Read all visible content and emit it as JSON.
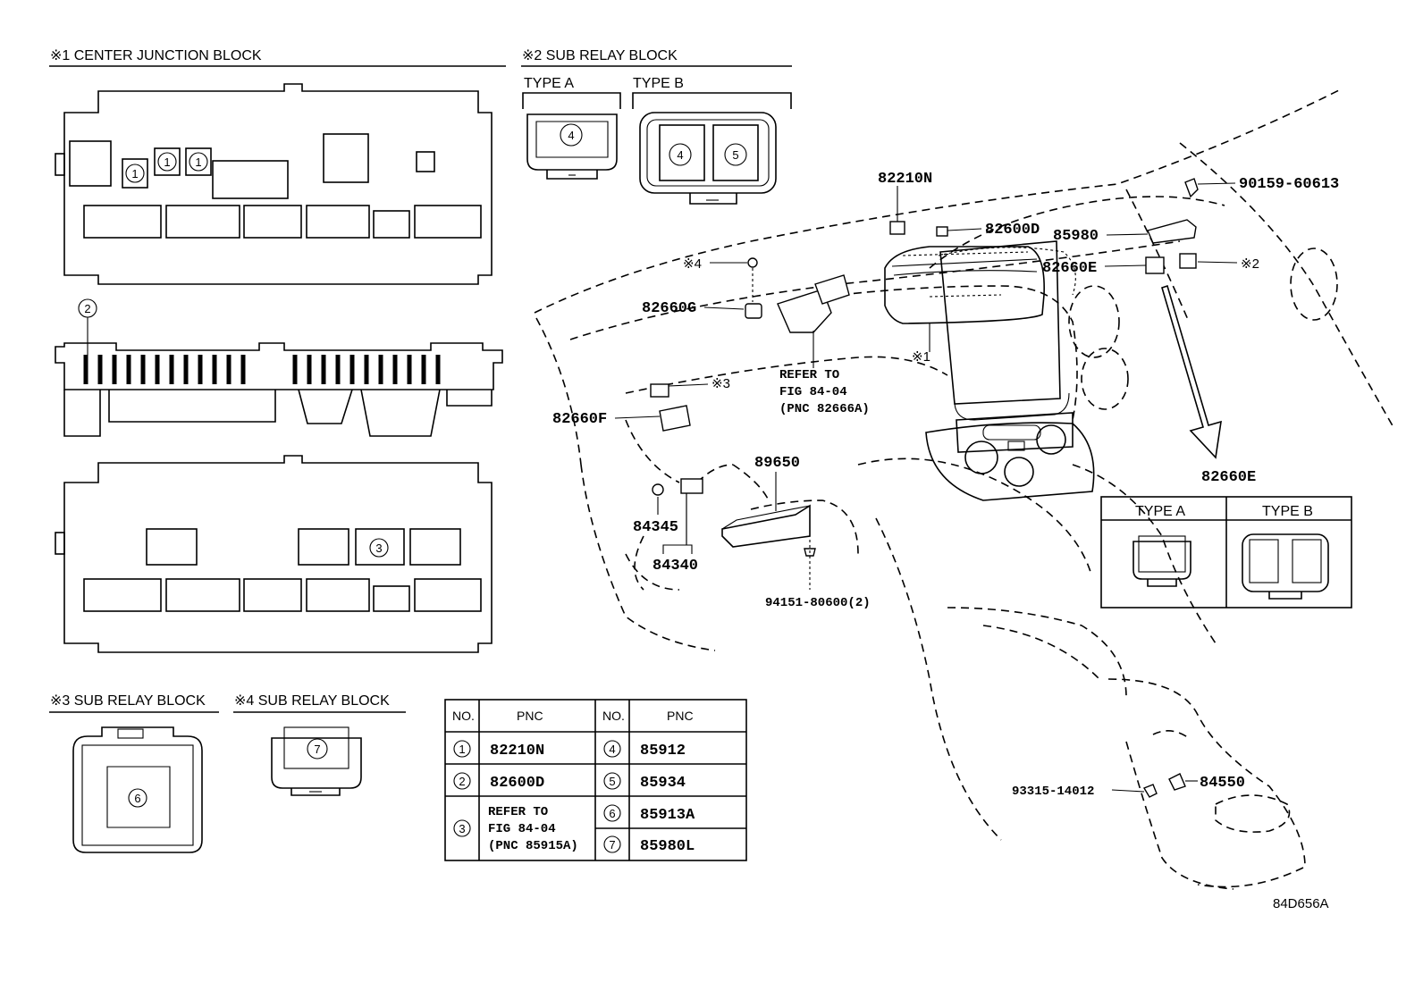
{
  "sections": {
    "s1": "※1 CENTER JUNCTION BLOCK",
    "s2": "※2 SUB RELAY BLOCK",
    "s3": "※3 SUB RELAY BLOCK",
    "s4": "※4 SUB RELAY BLOCK",
    "typeA": "TYPE A",
    "typeB": "TYPE B"
  },
  "circles": {
    "c1": "1",
    "c2": "2",
    "c3": "3",
    "c4": "4",
    "c5": "5",
    "c6": "6",
    "c7": "7"
  },
  "callouts": {
    "p82210N": "82210N",
    "p82600D": "82600D",
    "p90159": "90159-60613",
    "p85980": "85980",
    "p82660E": "82660E",
    "mark2": "※2",
    "mark4": "※4",
    "p82660G": "82660G",
    "refer1": "REFER TO",
    "refer2": "FIG 84-04",
    "refer3": "(PNC 82666A)",
    "mark1": "※1",
    "mark3": "※3",
    "p82660F": "82660F",
    "p89650": "89650",
    "p84345": "84345",
    "p84340": "84340",
    "p94151": "94151-80600(2)",
    "p82660E2": "82660E",
    "p93315": "93315-14012",
    "p84550": "84550"
  },
  "inset": {
    "typeA": "TYPE A",
    "typeB": "TYPE B"
  },
  "table": {
    "h_no": "NO.",
    "h_pnc": "PNC",
    "r1": "82210N",
    "r2": "82600D",
    "r3a": "REFER TO",
    "r3b": "FIG 84-04",
    "r3c": "(PNC 85915A)",
    "r4": "85912",
    "r5": "85934",
    "r6": "85913A",
    "r7": "85980L"
  },
  "figure_code": "84D656A"
}
